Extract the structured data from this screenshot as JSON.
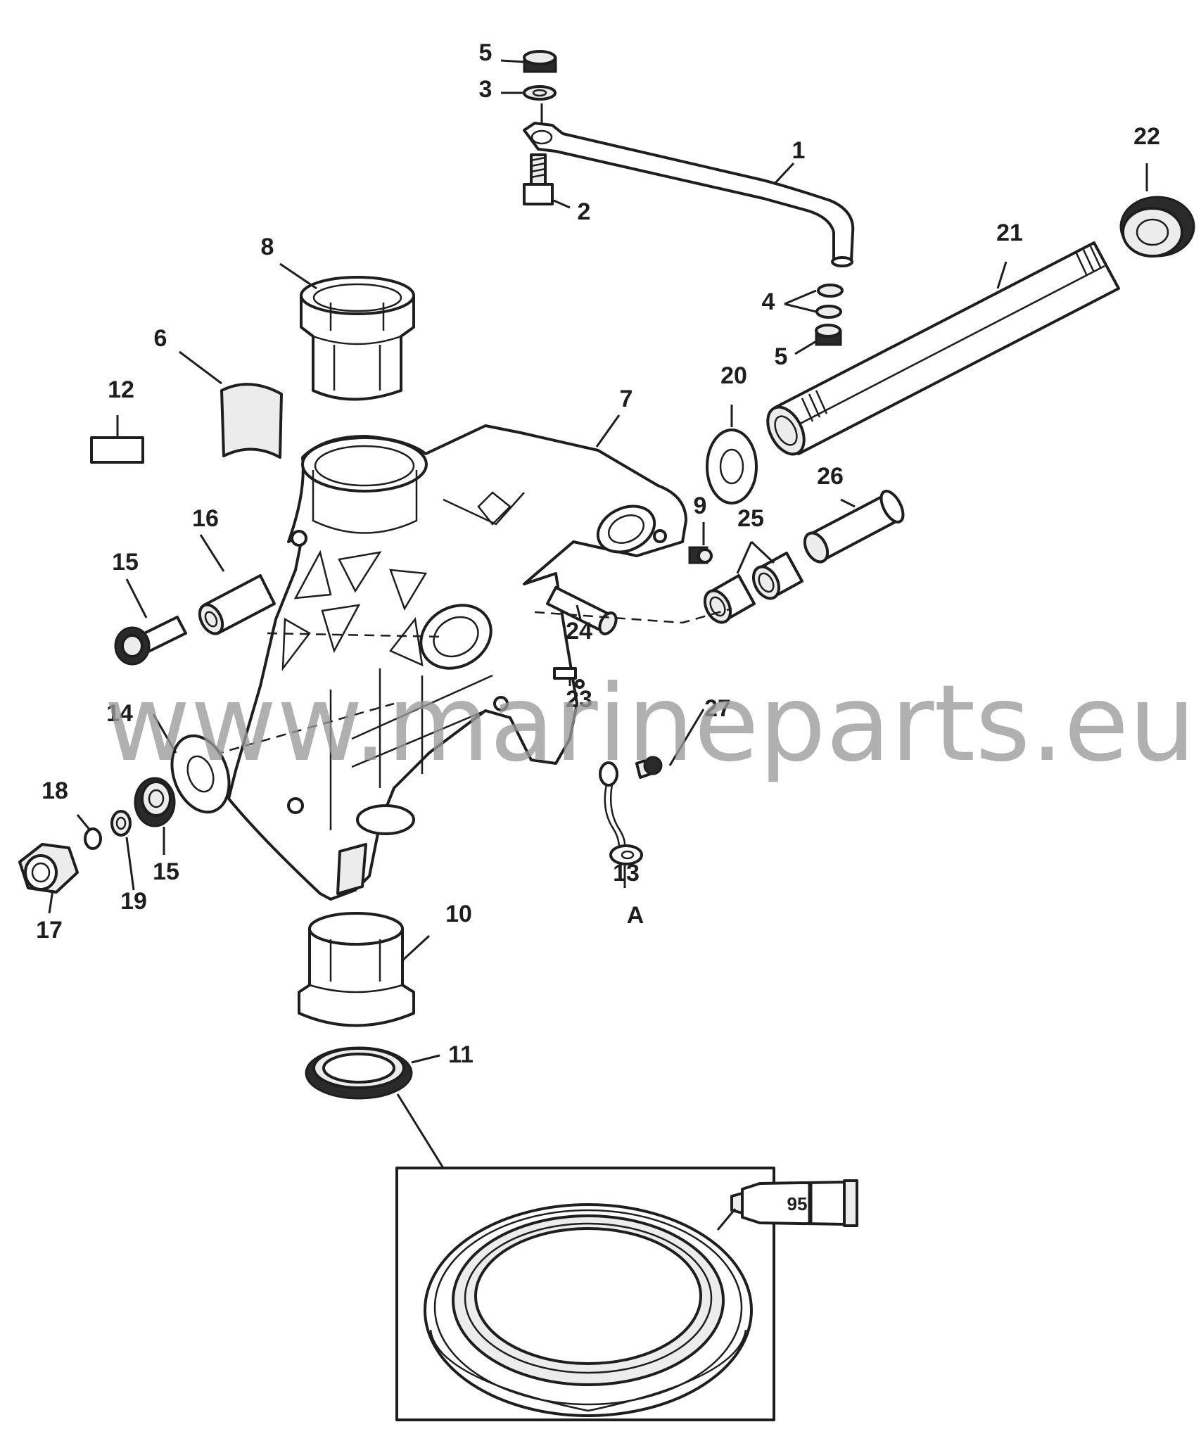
{
  "diagram": {
    "callouts": {
      "c1": "1",
      "c2": "2",
      "c3": "3",
      "c4": "4",
      "c5a": "5",
      "c5b": "5",
      "c6": "6",
      "c7": "7",
      "c8": "8",
      "c9": "9",
      "c10": "10",
      "c11": "11",
      "c12": "12",
      "c13": "13",
      "c14": "14",
      "c15a": "15",
      "c15b": "15",
      "c16": "16",
      "c17": "17",
      "c18": "18",
      "c19": "19",
      "c20": "20",
      "c21": "21",
      "c22": "22",
      "c23": "23",
      "c24": "24",
      "c25": "25",
      "c26": "26",
      "c27": "27",
      "detail_marker": "A"
    },
    "inset": {
      "lubricant_code": "95"
    },
    "watermark": "www.marineparts.eu"
  }
}
